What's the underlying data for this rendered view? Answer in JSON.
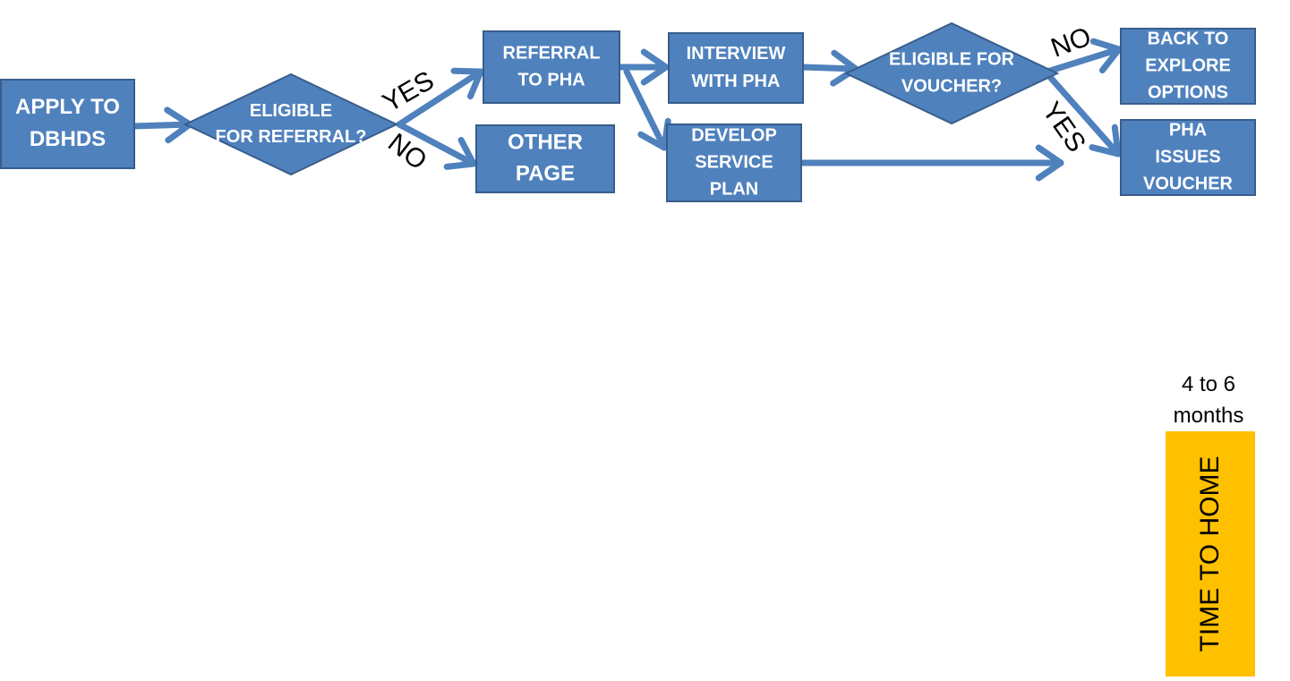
{
  "colors": {
    "shape_fill": "#4F81BD",
    "shape_border": "#385D8A",
    "arrow": "#4F81BD",
    "time_bar": "#FFC000"
  },
  "nodes": {
    "apply": [
      "APPLY TO",
      "DBHDS"
    ],
    "eligible_referral": [
      "ELIGIBLE",
      "FOR REFERRAL?"
    ],
    "referral_pha": [
      "REFERRAL",
      "TO PHA"
    ],
    "other_page": [
      "OTHER",
      "PAGE"
    ],
    "interview": [
      "INTERVIEW",
      "WITH PHA"
    ],
    "service_plan": [
      "DEVELOP",
      "SERVICE",
      "PLAN"
    ],
    "eligible_voucher": [
      "ELIGIBLE FOR",
      "VOUCHER?"
    ],
    "back_explore": [
      "BACK TO",
      "EXPLORE",
      "OPTIONS"
    ],
    "pha_issues": [
      "PHA",
      "ISSUES",
      "VOUCHER"
    ]
  },
  "branches": {
    "referral_yes": "YES",
    "referral_no": "NO",
    "voucher_no": "NO",
    "voucher_yes": "YES"
  },
  "timeline": {
    "duration": "4 to 6 months",
    "label": "TIME TO HOME"
  }
}
